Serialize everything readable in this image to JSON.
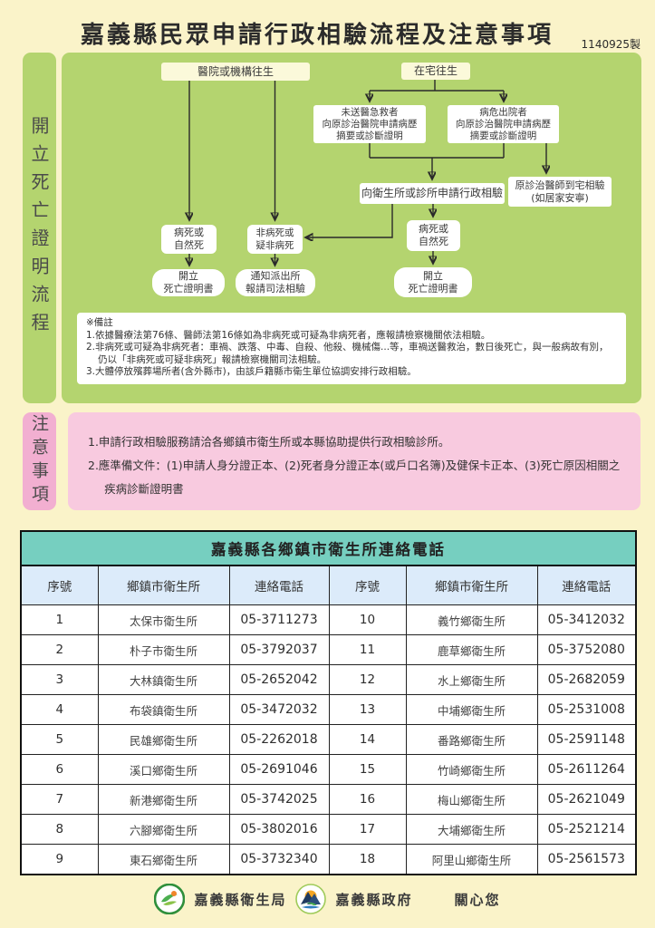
{
  "title": "嘉義縣民眾申請行政相驗流程及注意事項",
  "version": "1140925製",
  "flow": {
    "section_label": "開立死亡證明流程",
    "hospital_death": "醫院或機構往生",
    "home_death": "在宅往生",
    "unsent_emergency": "未送醫急救者\n向原診治醫院申請病歷\n摘要或診斷證明",
    "critical_discharge": "病危出院者\n向原診治醫院申請病歷\n摘要或診斷證明",
    "apply_admin": "向衛生所或診所申請行政相驗",
    "home_visit": "原診治醫師到宅相驗\n(如居家安寧)",
    "disease_death_left": "病死或\n自然死",
    "non_disease_death": "非病死或\n疑非病死",
    "disease_death_right": "病死或\n自然死",
    "issue_cert_left": "開立\n死亡證明書",
    "notify_police": "通知派出所\n報請司法相驗",
    "issue_cert_right": "開立\n死亡證明書",
    "notes_title": "※備註",
    "notes": [
      "1.依據醫療法第76條、醫師法第16條如為非病死或可疑為非病死者，應報請檢察機關依法相驗。",
      "2.非病死或可疑為非病死者：車禍、跌落、中毒、自殺、他殺、機械傷...等，車禍送醫救治，數日後死亡，與一般病故有別，仍以「非病死或可疑非病死」報請檢察機關司法相驗。",
      "3.大體停放殯葬場所者(含外縣市)，由該戶籍縣市衛生單位協調安排行政相驗。"
    ]
  },
  "notice": {
    "section_label": "注意事項",
    "items": [
      "1.申請行政相驗服務請洽各鄉鎮市衛生所或本縣協助提供行政相驗診所。",
      "2.應準備文件：(1)申請人身分證正本、(2)死者身分證正本(或戶口名簿)及健保卡正本、(3)死亡原因相關之疾病診斷證明書"
    ]
  },
  "table": {
    "title": "嘉義縣各鄉鎮市衛生所連絡電話",
    "headers": [
      "序號",
      "鄉鎮市衛生所",
      "連絡電話",
      "序號",
      "鄉鎮市衛生所",
      "連絡電話"
    ],
    "rows": [
      {
        "no": "1",
        "name": "太保市衛生所",
        "tel": "05-3711273",
        "no2": "10",
        "name2": "義竹鄉衛生所",
        "tel2": "05-3412032"
      },
      {
        "no": "2",
        "name": "朴子市衛生所",
        "tel": "05-3792037",
        "no2": "11",
        "name2": "鹿草鄉衛生所",
        "tel2": "05-3752080"
      },
      {
        "no": "3",
        "name": "大林鎮衛生所",
        "tel": "05-2652042",
        "no2": "12",
        "name2": "水上鄉衛生所",
        "tel2": "05-2682059"
      },
      {
        "no": "4",
        "name": "布袋鎮衛生所",
        "tel": "05-3472032",
        "no2": "13",
        "name2": "中埔鄉衛生所",
        "tel2": "05-2531008"
      },
      {
        "no": "5",
        "name": "民雄鄉衛生所",
        "tel": "05-2262018",
        "no2": "14",
        "name2": "番路鄉衛生所",
        "tel2": "05-2591148"
      },
      {
        "no": "6",
        "name": "溪口鄉衛生所",
        "tel": "05-2691046",
        "no2": "15",
        "name2": "竹崎鄉衛生所",
        "tel2": "05-2611264"
      },
      {
        "no": "7",
        "name": "新港鄉衛生所",
        "tel": "05-3742025",
        "no2": "16",
        "name2": "梅山鄉衛生所",
        "tel2": "05-2621049"
      },
      {
        "no": "8",
        "name": "六腳鄉衛生所",
        "tel": "05-3802016",
        "no2": "17",
        "name2": "大埔鄉衛生所",
        "tel2": "05-2521214"
      },
      {
        "no": "9",
        "name": "東石鄉衛生所",
        "tel": "05-3732340",
        "no2": "18",
        "name2": "阿里山鄉衛生所",
        "tel2": "05-2561573"
      }
    ]
  },
  "footer": {
    "bureau": "嘉義縣衛生局",
    "government": "嘉義縣政府",
    "closing": "關心您"
  },
  "colors": {
    "page_bg": "#FAF3C9",
    "flow_green": "#B4D46F",
    "notice_pink_label": "#F2AFD1",
    "notice_pink_body": "#F8CADF",
    "table_title_teal": "#76CFC0",
    "table_header_blue": "#DCEBFA"
  }
}
